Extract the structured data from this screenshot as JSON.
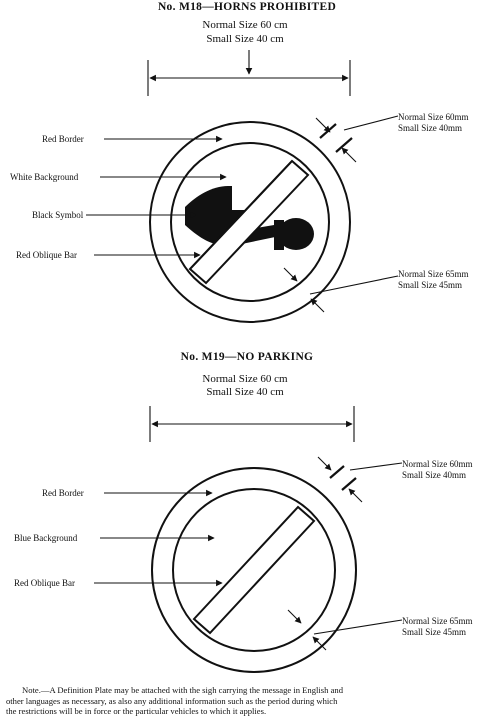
{
  "m18": {
    "title": "No. M18—HORNS PROHIBITED",
    "size_normal": "Normal  Size  60 cm",
    "size_small": "Small    Size  40 cm",
    "labels": [
      "Red Border",
      "White Background",
      "Black Symbol",
      "Red Oblique Bar"
    ],
    "border_normal": "Normal Size 60mm",
    "border_small": "Small    Size  40mm",
    "bar_normal": "Normal Size 65mm",
    "bar_small": "Small     Size  45mm"
  },
  "m19": {
    "title": "No. M19—NO PARKING",
    "size_normal": "Normal  Size  60 cm",
    "size_small": "Small    Size  40 cm",
    "labels": [
      "Red Border",
      "Blue Background",
      "Red Oblique Bar"
    ],
    "border_normal": "Normal Size 60mm",
    "border_small": "Small    Size  40mm",
    "bar_normal": "Normal Size 65mm",
    "bar_small": "Small     Size  45mm"
  },
  "note": {
    "line1": "Note.—A  Definition Plate  may be attached with  the  sigh carrying  the  message in English  and",
    "line2": "other languages  as  necessary, as  also  any additional  information such  as  the  period during which",
    "line3": "the restrictions will be in force or the particular vehicles to which it applies."
  },
  "colors": {
    "ink": "#111111",
    "paper": "#ffffff"
  }
}
